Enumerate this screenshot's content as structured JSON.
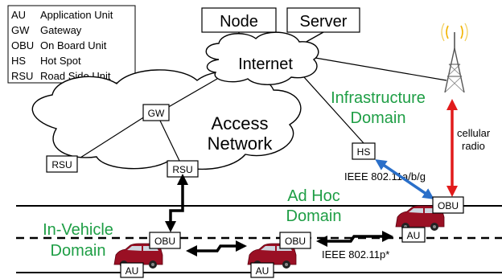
{
  "legend": {
    "rows": [
      {
        "abbr": "AU",
        "desc": "Application Unit"
      },
      {
        "abbr": "GW",
        "desc": "Gateway"
      },
      {
        "abbr": "OBU",
        "desc": "On Board Unit"
      },
      {
        "abbr": "HS",
        "desc": "Hot Spot"
      },
      {
        "abbr": "RSU",
        "desc": "Road Side Unit"
      }
    ]
  },
  "top_boxes": {
    "node": "Node",
    "server": "Server"
  },
  "internet": {
    "label": "Internet"
  },
  "access_network": {
    "line1": "Access",
    "line2": "Network"
  },
  "nodes": {
    "gw": "GW",
    "rsu_left": "RSU",
    "rsu_center": "RSU",
    "hs": "HS",
    "obu_right": "OBU",
    "obu_left": "OBU",
    "obu_mid": "OBU",
    "au_right": "AU",
    "au_left": "AU",
    "au_mid": "AU"
  },
  "domains": {
    "infrastructure_line1": "Infrastructure",
    "infrastructure_line2": "Domain",
    "adhoc_line1": "Ad Hoc",
    "adhoc_line2": "Domain",
    "invehicle_line1": "In-Vehicle",
    "invehicle_line2": "Domain"
  },
  "labels": {
    "cellular_line1": "cellular",
    "cellular_line2": "radio",
    "ieee_abg": "IEEE 802.11a/b/g",
    "ieee_p": "IEEE 802.11p*"
  },
  "colors": {
    "domain_text": "#1e9e45",
    "cellular_arrow": "#e11b1b",
    "wifi_arrow": "#2a6fc9",
    "car": "#9a1024"
  }
}
